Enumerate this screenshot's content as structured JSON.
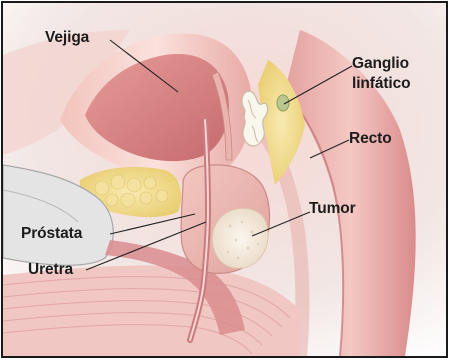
{
  "labels": {
    "vejiga": "Vejiga",
    "ganglio_line1": "Ganglio",
    "ganglio_line2": "linfático",
    "recto": "Recto",
    "tumor": "Tumor",
    "prostata": "Próstata",
    "uretra": "Uretra"
  },
  "colors": {
    "frame": "#1a1a1a",
    "tissue_pink": "#e7a9a3",
    "tissue_light": "#f3cdc8",
    "muscle_red": "#c8767a",
    "fat_yellow": "#f1dd8e",
    "bone_gray": "#d9d9d9",
    "tumor_cream": "#f6ede0",
    "leader_line": "#222222"
  }
}
